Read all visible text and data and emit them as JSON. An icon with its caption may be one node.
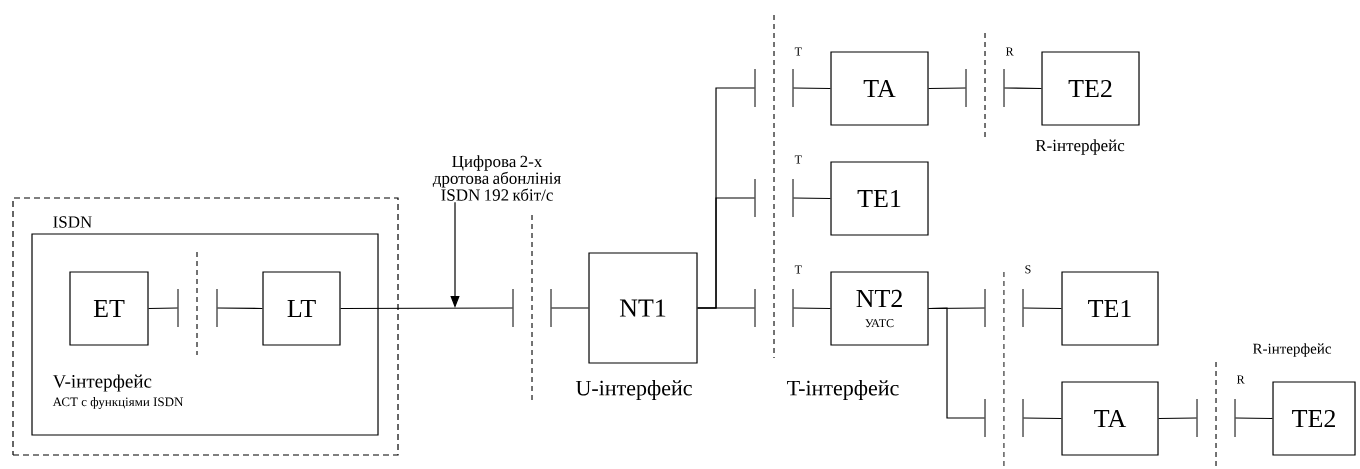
{
  "diagram": {
    "nodes": [
      {
        "text": [],
        "shape": "box"
      },
      {
        "text": [
          "ISDN",
          "V-інтерфейс",
          "АСТ с функціями ISDN"
        ],
        "in": 0
      },
      {
        "text": [
          "ET"
        ],
        "in": 1
      },
      {
        "text": [
          "LT"
        ],
        "in": 1
      },
      {
        "text": [
          "NT1"
        ]
      },
      {
        "text": [
          "Цифрова 2-х дротова абонлінія ISDN 192 кбіт/с"
        ]
      },
      {
        "text": [
          "TA"
        ]
      },
      {
        "text": [
          "TE2"
        ]
      },
      {
        "text": [
          "TE1"
        ]
      },
      {
        "text": [
          "NT2",
          "УАТС"
        ]
      },
      {
        "text": [
          "TE1"
        ]
      },
      {
        "text": [
          "TA"
        ]
      },
      {
        "text": [
          "TE2"
        ]
      },
      {
        "text": [],
        "shape": "bar",
        "in": 1
      },
      {
        "text": [],
        "shape": "bar",
        "in": 1
      },
      {
        "text": [],
        "shape": "bar"
      },
      {
        "text": [],
        "shape": "bar"
      },
      {
        "text": [],
        "shape": "bar"
      },
      {
        "text": [],
        "shape": "bar"
      },
      {
        "text": [],
        "shape": "bar"
      },
      {
        "text": [],
        "shape": "bar"
      },
      {
        "text": [],
        "shape": "bar"
      },
      {
        "text": [],
        "shape": "bar"
      },
      {
        "text": [],
        "shape": "bar"
      },
      {
        "text": [],
        "shape": "bar"
      },
      {
        "text": [],
        "shape": "bar"
      },
      {
        "text": [],
        "shape": "bar"
      },
      {
        "text": [],
        "shape": "bar"
      },
      {
        "text": [],
        "shape": "bar"
      },
      {
        "text": [],
        "shape": "bar"
      },
      {
        "text": [],
        "shape": "bar"
      }
    ],
    "edges": [
      {
        "from": 2,
        "to": 13,
        "arrow": "none"
      },
      {
        "from": 14,
        "to": 3,
        "arrow": "none"
      },
      {
        "from": 3,
        "to": 15,
        "arrow": "none"
      },
      {
        "from": 16,
        "to": 4,
        "arrow": "none"
      },
      {
        "from": 4,
        "to": 17,
        "arrow": "none"
      },
      {
        "from": 4,
        "to": 18,
        "arrow": "none"
      },
      {
        "from": 4,
        "to": 19,
        "arrow": "none"
      },
      {
        "from": 20,
        "to": 6,
        "arrow": "none"
      },
      {
        "from": 21,
        "to": 8,
        "arrow": "none"
      },
      {
        "from": 22,
        "to": 9,
        "arrow": "none"
      },
      {
        "from": 6,
        "to": 23,
        "arrow": "none"
      },
      {
        "from": 26,
        "to": 7,
        "arrow": "none"
      },
      {
        "from": 9,
        "to": 24,
        "arrow": "none"
      },
      {
        "from": 9,
        "to": 25,
        "arrow": "none"
      },
      {
        "from": 27,
        "to": 10,
        "arrow": "none"
      },
      {
        "from": 28,
        "to": 11,
        "arrow": "none"
      },
      {
        "from": 11,
        "to": 29,
        "arrow": "none"
      },
      {
        "from": 30,
        "to": 12,
        "arrow": "none"
      },
      {
        "from": 5,
        "to": null,
        "arrow": "to"
      }
    ],
    "labels": [
      "T",
      "R",
      "R-інтерфейс",
      "T",
      "T",
      "S",
      "R-інтерфейс",
      "R",
      "U-інтерфейс",
      "T-інтерфейс"
    ]
  }
}
